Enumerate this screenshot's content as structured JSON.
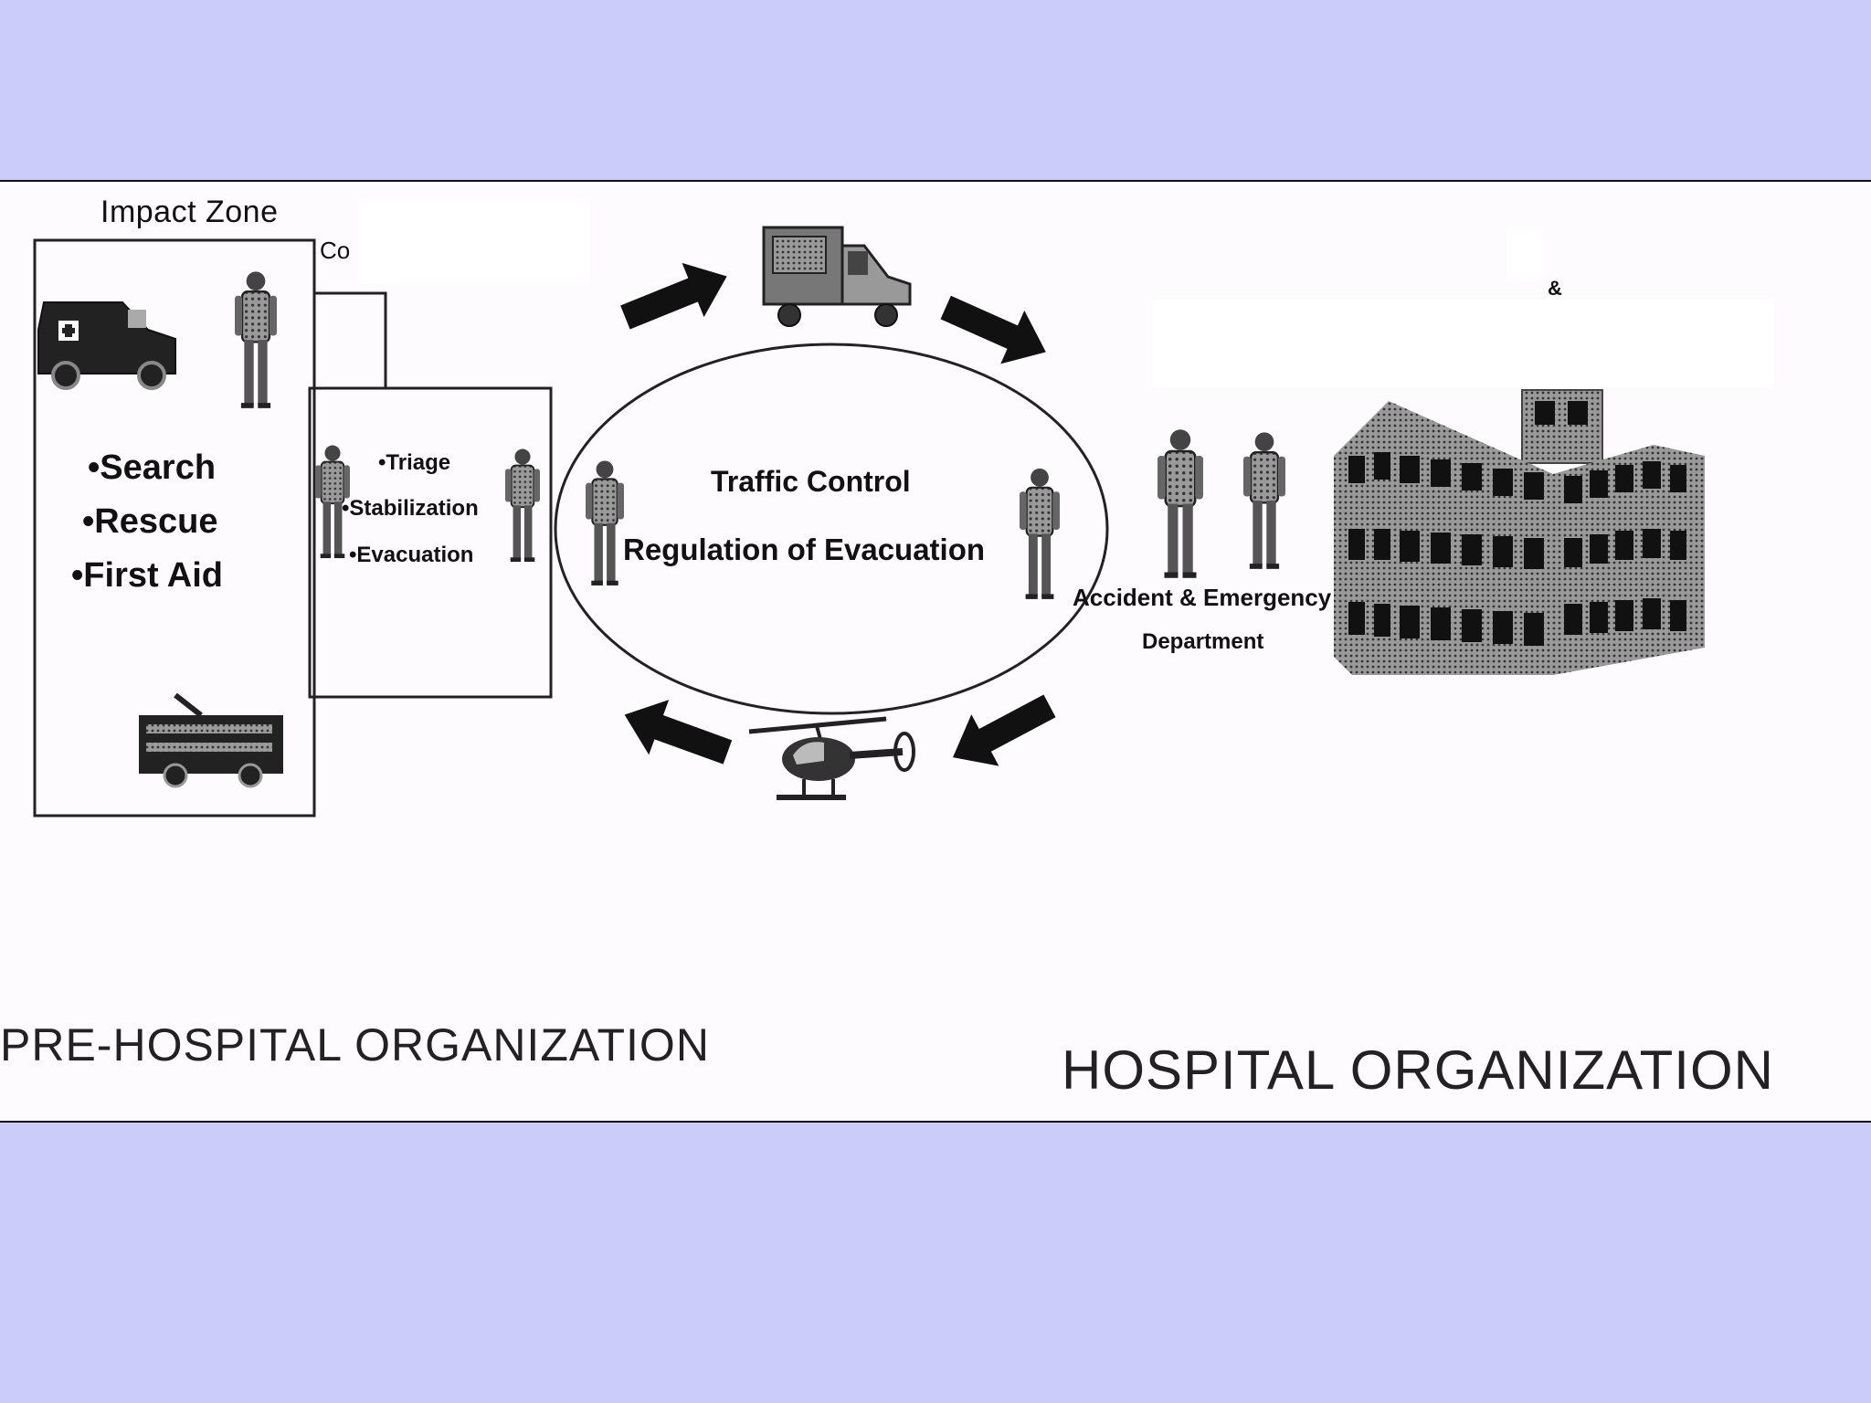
{
  "colors": {
    "background": "#ccccfa",
    "figure_background": "#fefbfe",
    "ink": "#111111"
  },
  "impact_zone": {
    "title": "Impact Zone",
    "cut_text": "Co",
    "items": [
      "•Search",
      "•Rescue",
      "•First Aid"
    ]
  },
  "triage_box": {
    "items": [
      "•Triage",
      "•Stabilization",
      "•Evacuation"
    ]
  },
  "circle": {
    "line1": "Traffic Control",
    "line2": "Regulation of Evacuation"
  },
  "hospital": {
    "dept_line1": "Accident & Emergency",
    "dept_line2": "Department",
    "mark": "& "
  },
  "footer": {
    "left": "PRE-HOSPITAL ORGANIZATION",
    "right": "HOSPITAL ORGANIZATION"
  },
  "icons": [
    "ambulance-icon",
    "person-icon",
    "fire-truck-icon",
    "helicopter-icon",
    "arrow-icon",
    "hospital-building-icon"
  ]
}
